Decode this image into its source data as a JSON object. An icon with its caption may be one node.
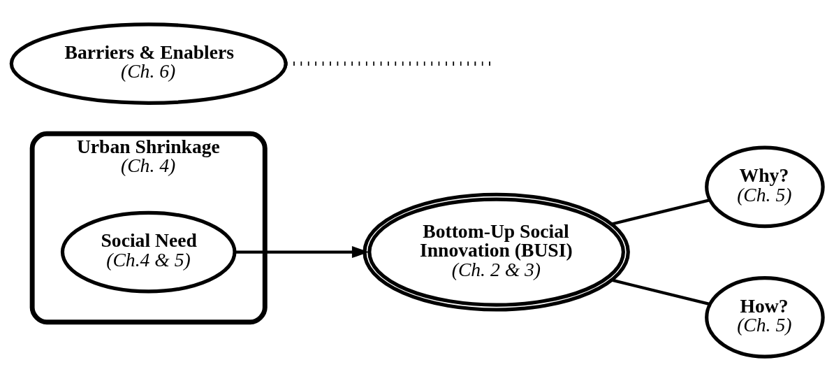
{
  "diagram": {
    "nodes": [
      {
        "text": [
          "Urban Shrinkage",
          "(Ch. 4)"
        ]
      },
      {
        "text": [
          "Social Need",
          "(Ch.4 & 5)"
        ],
        "in": 0
      },
      {
        "text": [
          "Barriers & Enablers",
          "(Ch. 6)"
        ]
      },
      {
        "text": [
          "Bottom-Up Social Innovation (BUSI)",
          "(Ch. 2 & 3)"
        ]
      },
      {
        "text": [
          "Why?",
          "(Ch. 5)"
        ]
      },
      {
        "text": [
          "How?",
          "(Ch. 5)"
        ]
      }
    ],
    "edges": [
      {
        "from": 1,
        "to": 3,
        "arrow": "to"
      },
      {
        "from": 2,
        "to": null,
        "arrow": "none",
        "style": "dashed"
      },
      {
        "from": 3,
        "to": 4,
        "arrow": "none"
      },
      {
        "from": 3,
        "to": 5,
        "arrow": "none"
      }
    ]
  }
}
